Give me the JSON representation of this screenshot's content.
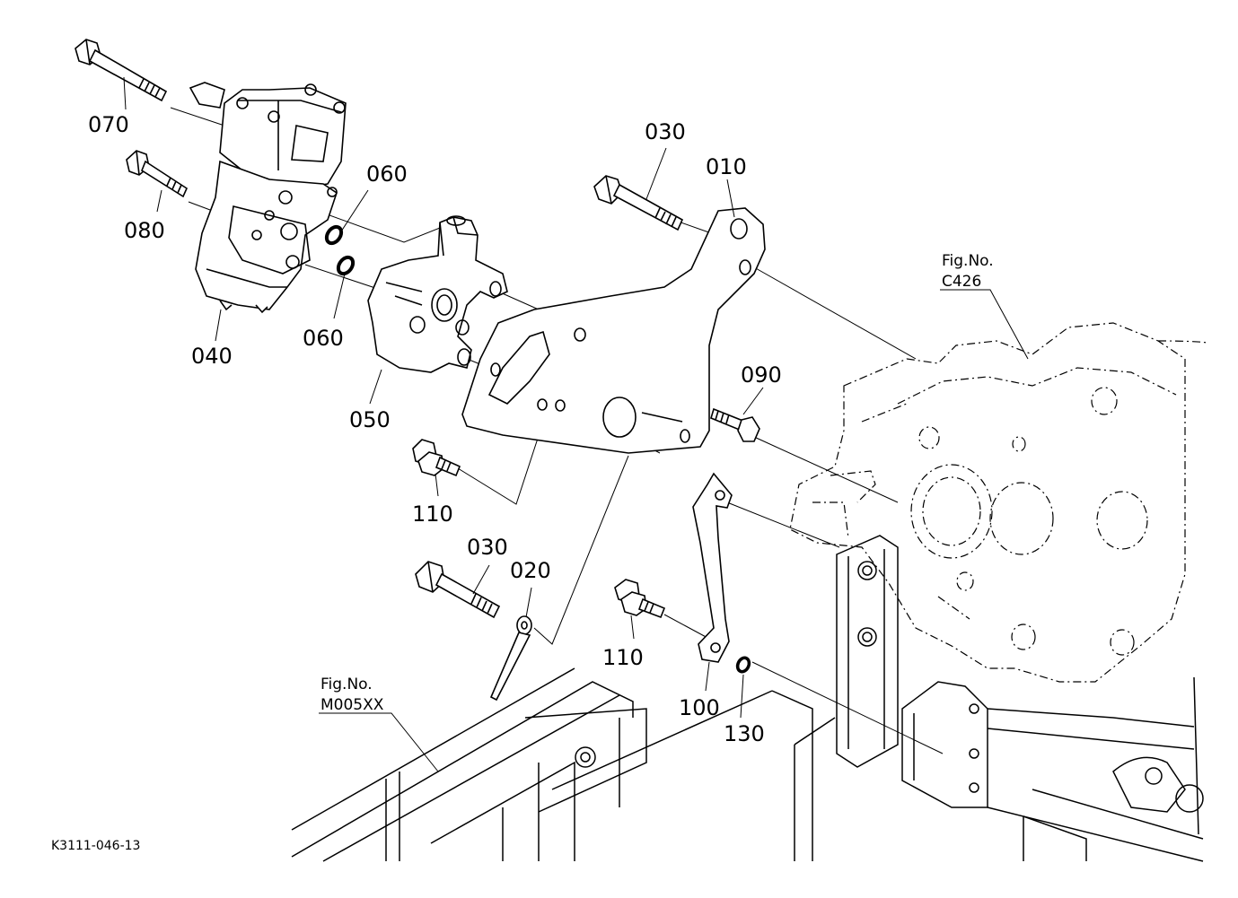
{
  "diagram_code": "K3111-046-13",
  "callouts": {
    "p070": "070",
    "p080": "080",
    "p040": "040",
    "p060a": "060",
    "p060b": "060",
    "p050": "050",
    "p030a": "030",
    "p010": "010",
    "p090": "090",
    "p110a": "110",
    "p030b": "030",
    "p020": "020",
    "p110b": "110",
    "p100": "100",
    "p130": "130"
  },
  "fig_refs": {
    "upper": {
      "label": "Fig.No.",
      "number": "C426"
    },
    "lower": {
      "label": "Fig.No.",
      "number": "M005XX"
    }
  }
}
